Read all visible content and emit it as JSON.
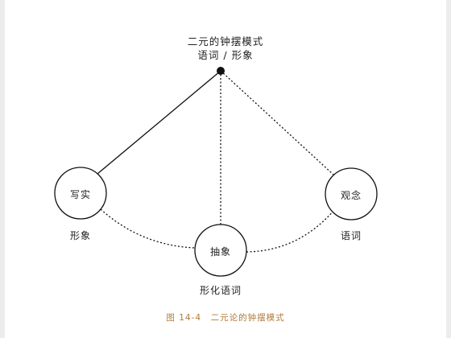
{
  "title": {
    "line1": "二元的钟摆模式",
    "line2": "语词 / 形象"
  },
  "nodes": {
    "left": {
      "label": "写实",
      "sublabel": "形象"
    },
    "center": {
      "label": "抽象",
      "sublabel": "形化语词"
    },
    "right": {
      "label": "观念",
      "sublabel": "语词"
    }
  },
  "caption": "图 14-4　二元论的钟摆模式",
  "colors": {
    "ink": "#111111",
    "caption": "#b07a3a"
  }
}
